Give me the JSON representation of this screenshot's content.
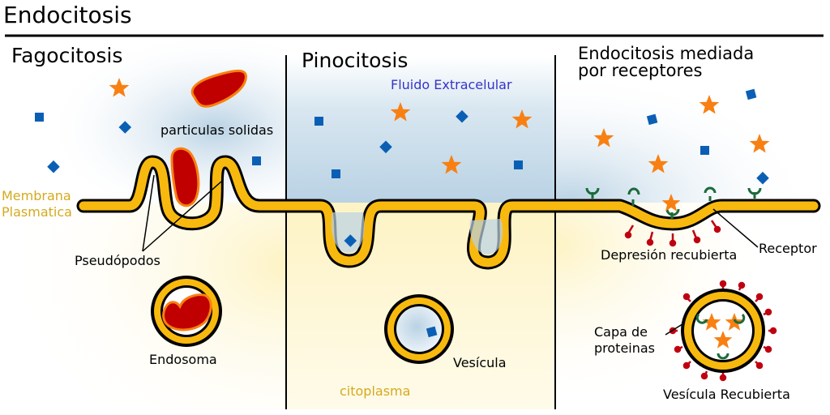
{
  "title": "Endocitosis",
  "colors": {
    "membrane": "#f8b90f",
    "outline": "#000000",
    "particle_fill": "#c00000",
    "particle_edge": "#f88010",
    "star": "#f88012",
    "square": "#0a5fb4",
    "receptor": "#1a6b3a",
    "coat_protein": "#c00010",
    "extracellular_tint": "#b9d2e4",
    "cytoplasm_tint": "#fdf6d2",
    "label_gold": "#d4aa1e",
    "label_blue": "#3535c8"
  },
  "sections": [
    {
      "id": "fagocitosis",
      "heading": "Fagocitosis",
      "labels": {
        "particles": "particulas solidas",
        "membrane": [
          "Membrana",
          "Plasmatica"
        ],
        "pseudopods": "Pseudópodos",
        "endosome": "Endosoma"
      }
    },
    {
      "id": "pinocitosis",
      "heading": "Pinocitosis",
      "labels": {
        "extracellular": "Fluido Extracelular",
        "vesicle": "Vesícula",
        "cytoplasm": "citoplasma"
      }
    },
    {
      "id": "receptores",
      "heading": [
        "Endocitosis mediada",
        "por receptores"
      ],
      "labels": {
        "coated_pit": "Depresión recubierta",
        "receptor": "Receptor",
        "protein_coat": [
          "Capa de",
          "proteinas"
        ],
        "coated_vesicle": "Vesícula Recubierta"
      }
    }
  ]
}
